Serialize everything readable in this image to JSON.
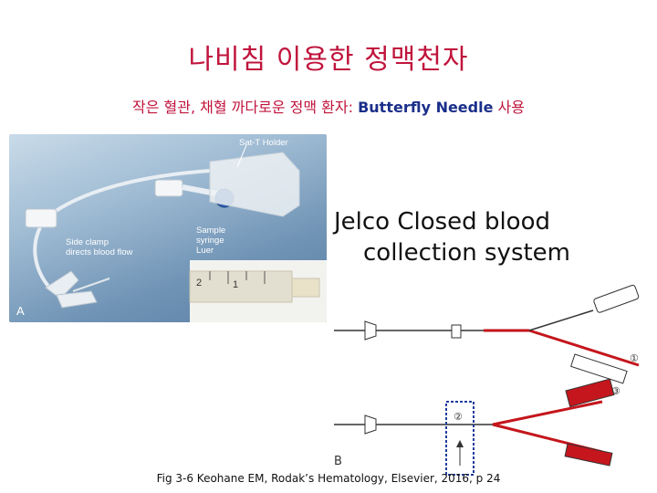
{
  "slide": {
    "title": "나비침 이용한 정맥천자",
    "subtitle_ko": "작은 혈관, 채혈 까다로운 정맥 환자: ",
    "subtitle_en": "Butterfly Needle",
    "subtitle_suffix": " 사용"
  },
  "photo": {
    "labels": {
      "holder": "Sat-T Holder",
      "clamp_1": "Side clamp",
      "clamp_2": "directs blood flow",
      "syringe_1": "Sample",
      "syringe_2": "syringe",
      "syringe_3": "Luer",
      "panel": "A",
      "scale_1": "2",
      "scale_2": "1"
    }
  },
  "diagram": {
    "caption_line1": "Jelco Closed blood",
    "caption_line2": "collection system",
    "panel": "B",
    "step_1": "①",
    "step_2": "②",
    "step_3": "③"
  },
  "footer": {
    "citation": "Fig 3-6 Keohane EM,   Rodak’s Hematology, Elsevier, 2016, p 24"
  },
  "colors": {
    "title": "#c0143c",
    "subtitle_en": "#1a2f8a",
    "blood": "#c4161c",
    "dotted_box": "#1f3c9c"
  }
}
